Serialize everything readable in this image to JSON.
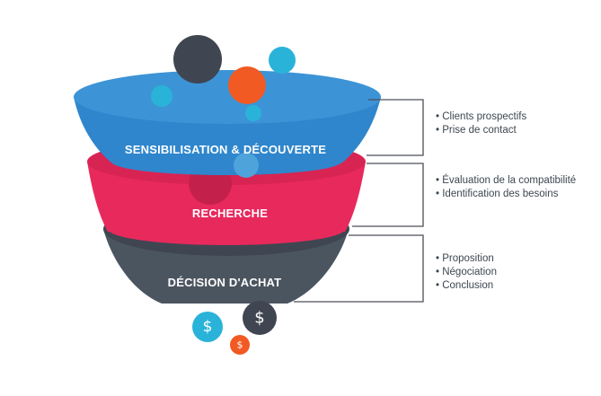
{
  "stages": [
    {
      "label": "SENSIBILISATION & DÉCOUVERTE",
      "color": "#2f86cc",
      "bullets": [
        "Clients prospectifs",
        "Prise de contact"
      ]
    },
    {
      "label": "RECHERCHE",
      "color": "#e8295c",
      "bullets": [
        "Évaluation de la compatibilité",
        "Identification des besoins"
      ]
    },
    {
      "label": "DÉCISION D'ACHAT",
      "color": "#4b5560",
      "bullets": [
        "Proposition",
        "Négociation",
        "Conclusion"
      ]
    }
  ],
  "coins": {
    "symbol": "$"
  },
  "colors": {
    "blue": "#2f86cc",
    "red": "#e8295c",
    "dark": "#3f4651",
    "cyan": "#2ab3d9",
    "orange": "#f15a22",
    "bracket": "#4a4f57"
  }
}
